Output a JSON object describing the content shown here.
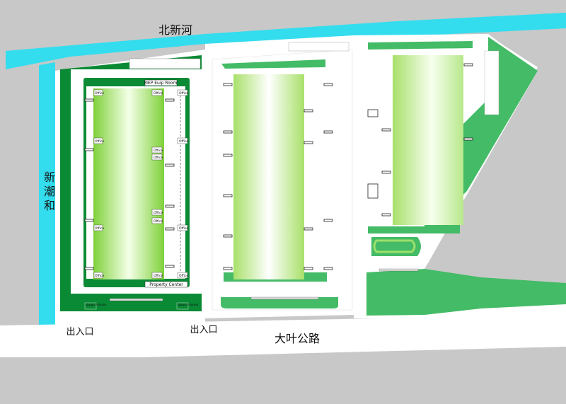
{
  "labels": {
    "river_north": "北新河",
    "river_west": "新潮和",
    "road_south": "大叶公路",
    "entrance_1": "出入口",
    "entrance_2": "出入口"
  },
  "rooms": {
    "mep": "MEP Euip Room",
    "property": "Property Center",
    "guard_1": "Guard House",
    "guard_2": "Guard House",
    "office": "Office"
  },
  "colors": {
    "water": "#33ddee",
    "ground_gray": "#c8c8c8",
    "road": "#ffffff",
    "dark_green": "#0a8a35",
    "mid_green": "#44bb66",
    "light_green": "#9be06b",
    "building_a": "#7fd44a",
    "building_b": "#c8f08f"
  }
}
